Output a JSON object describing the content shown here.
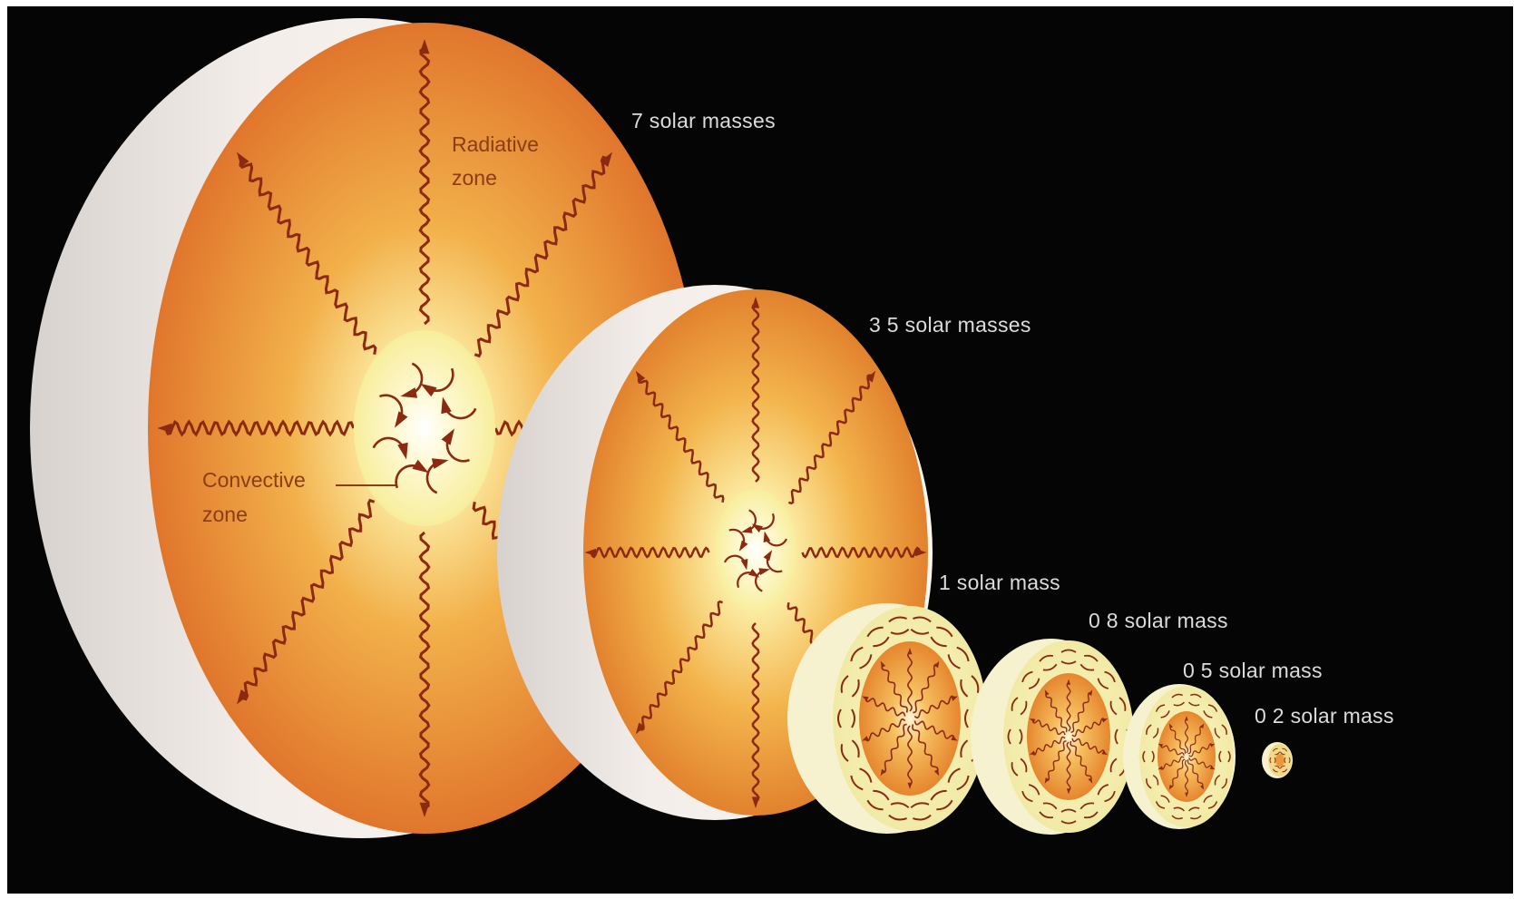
{
  "stars": [
    {
      "label": "7 solar masses"
    },
    {
      "label": "3 5 solar masses"
    },
    {
      "label": "1 solar mass"
    },
    {
      "label": "0 8 solar mass"
    },
    {
      "label": "0 5 solar mass"
    },
    {
      "label": "0 2 solar mass"
    }
  ],
  "zones": {
    "radiative_line1": "Radiative",
    "radiative_line2": "zone",
    "convective_line1": "Convective",
    "convective_line2": "zone"
  },
  "colors": {
    "background": "#050505",
    "outer_shell": "#f2ecea",
    "radiative": "#e27a2c",
    "core_glow": "#fbe9a0",
    "arrow": "#8b2a10"
  }
}
